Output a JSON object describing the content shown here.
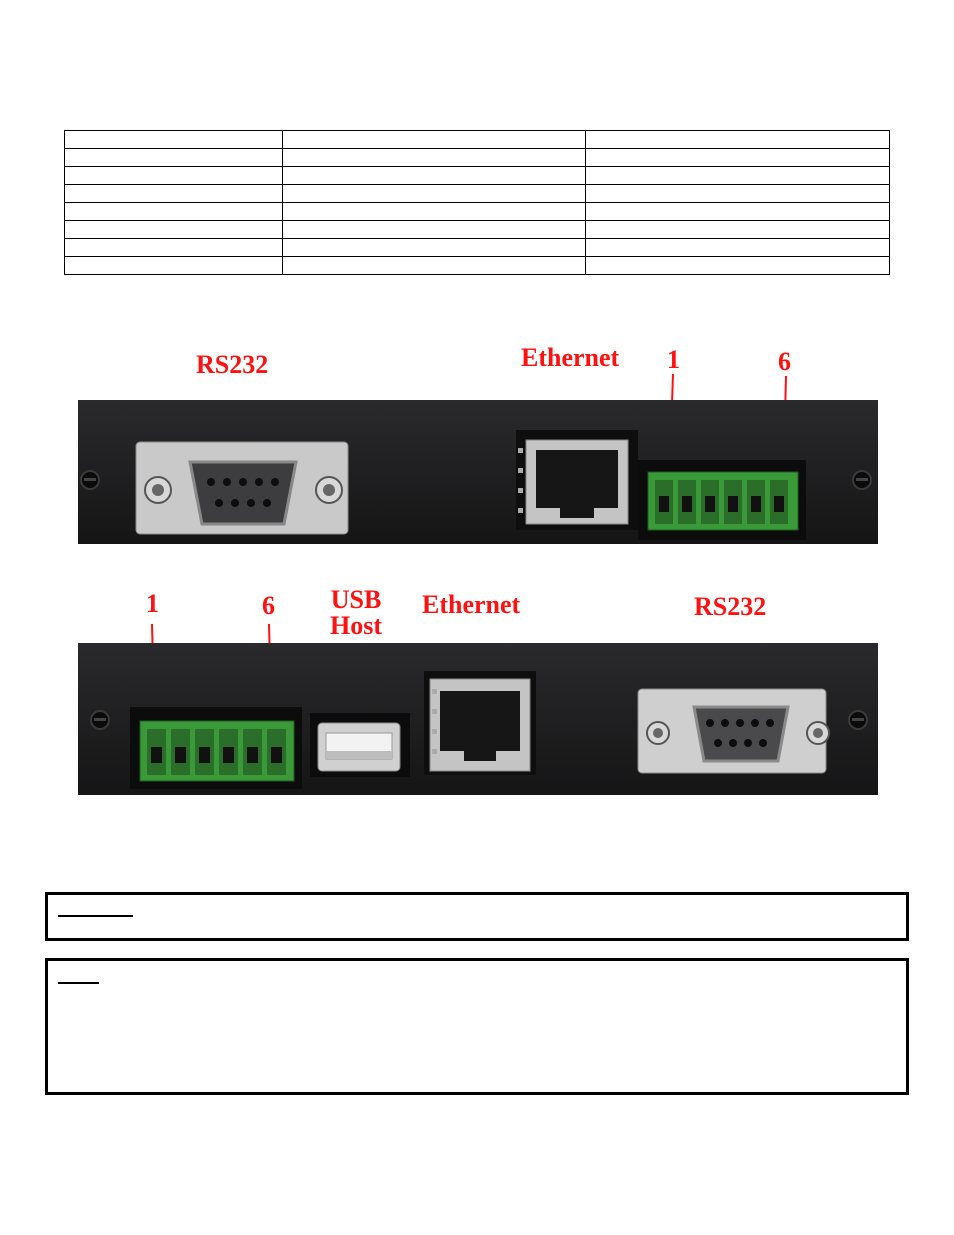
{
  "table": {
    "rows": [
      [
        "",
        "",
        ""
      ],
      [
        "",
        "",
        ""
      ],
      [
        "",
        "",
        ""
      ],
      [
        "",
        "",
        ""
      ],
      [
        "",
        "",
        ""
      ],
      [
        "",
        "",
        ""
      ],
      [
        "",
        "",
        ""
      ],
      [
        "",
        "",
        ""
      ]
    ]
  },
  "figure_top": {
    "labels": {
      "rs232": "RS232",
      "ethernet": "Ethernet",
      "pin_first": "1",
      "pin_last": "6"
    }
  },
  "figure_bottom": {
    "labels": {
      "pin_first": "1",
      "pin_last": "6",
      "usb_line1": "USB",
      "usb_line2": "Host",
      "ethernet": "Ethernet",
      "rs232": "RS232"
    }
  },
  "colors": {
    "label_red": "#ff1111",
    "panel_black": "#1b1b1c",
    "terminal_green": "#3a9a3a",
    "metal": "#c8c8c8"
  },
  "icons": {
    "db9": "db9-connector-icon",
    "rj45": "rj45-jack-icon",
    "terminal": "terminal-block-icon",
    "usb": "usb-port-icon",
    "screw": "screw-icon"
  }
}
